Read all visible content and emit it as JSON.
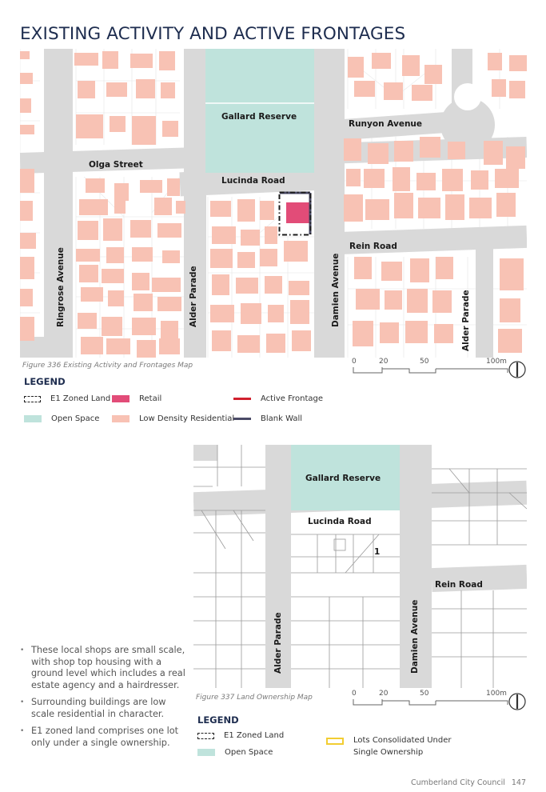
{
  "page_title": "EXISTING ACTIVITY AND ACTIVE FRONTAGES",
  "map1": {
    "labels": {
      "gallard_reserve": "Gallard Reserve",
      "runyon_avenue": "Runyon Avenue",
      "olga_street": "Olga Street",
      "lucinda_road": "Lucinda Road",
      "rein_road": "Rein Road",
      "ringrose_avenue": "Ringrose Avenue",
      "alder_parade_left": "Alder Parade",
      "damien_avenue": "Damien Avenue",
      "alder_parade_right": "Alder Parade"
    },
    "caption": "Figure 336 Existing Activity and Frontages Map",
    "scale": {
      "t0": "0",
      "t20": "20",
      "t50": "50",
      "t100": "100m"
    },
    "legend": {
      "title": "LEGEND",
      "e1": "E1 Zoned Land",
      "retail": "Retail",
      "active": "Active Frontage",
      "open": "Open Space",
      "ldr": "Low Density  Residential",
      "blank": "Blank Wall"
    }
  },
  "map2": {
    "labels": {
      "gallard_reserve": "Gallard Reserve",
      "lucinda_road": "Lucinda Road",
      "lot_number": "1",
      "rein_road": "Rein Road",
      "alder_parade": "Alder Parade",
      "damien_avenue": "Damien Avenue"
    },
    "caption": "Figure 337 Land Ownership Map",
    "scale": {
      "t0": "0",
      "t20": "20",
      "t50": "50",
      "t100": "100m"
    },
    "legend": {
      "title": "LEGEND",
      "e1": "E1 Zoned Land",
      "consolidated_line1": "Lots Consolidated Under",
      "consolidated_line2": "Single Ownership",
      "open": "Open Space"
    }
  },
  "bullets": [
    "These local shops are small scale, with shop top housing with a ground level which includes a real estate agency and a hairdresser.",
    "Surrounding buildings are low scale residential in character.",
    "E1 zoned land comprises one lot only under a single ownership."
  ],
  "footer": {
    "org": "Cumberland City Council",
    "page_number": "147"
  },
  "colors": {
    "road": "#d9d9d9",
    "open_space": "#bfe3dc",
    "low_density_residential": "#f8c2b4",
    "retail": "#e24c78",
    "active_frontage": "#d1202e",
    "blank_wall": "#4a4a66",
    "lots_consolidated": "#f2cd32",
    "title": "#1e2d4f"
  }
}
